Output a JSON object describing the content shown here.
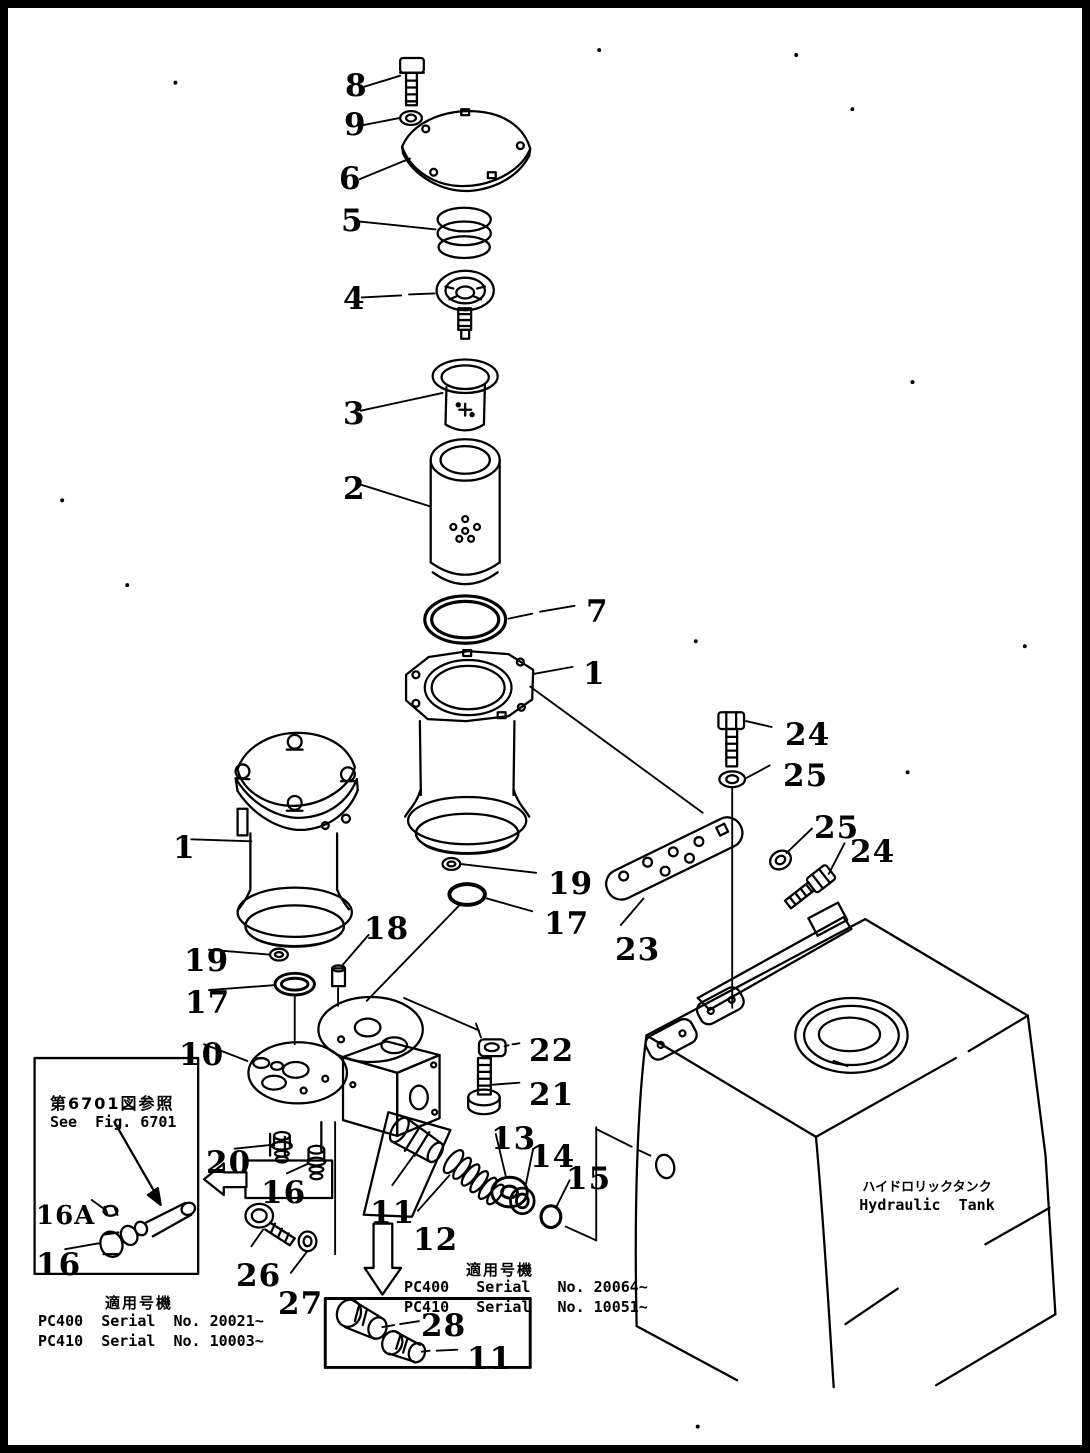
{
  "tank": {
    "label_jp": "ハイドロリックタンク",
    "label_en": "Hydraulic  Tank"
  },
  "ref_box": {
    "jp": "第6701図参照",
    "en": "See  Fig. 6701"
  },
  "serial_left": {
    "header": "適用号機",
    "line1": "PC400  Serial  No. 20021~",
    "line2": "PC410  Serial  No. 10003~"
  },
  "serial_mid": {
    "header": "適用号機",
    "line1": "PC400   Serial   No. 20064~",
    "line2": "PC410   Serial   No. 10051~"
  },
  "callouts": {
    "bolt8": "8",
    "washer9": "9",
    "cover6": "6",
    "spring5": "5",
    "valve4": "4",
    "sleeve3": "3",
    "element2": "2",
    "oring7": "7",
    "case1_right": "1",
    "case1_left": "1",
    "bolt24_top": "24",
    "washer25_top": "25",
    "washer25_side": "25",
    "bolt24_side": "24",
    "bracket23": "23",
    "ring19_right": "19",
    "oring17_right": "17",
    "ring19_left": "19",
    "oring17_left": "17",
    "pin18": "18",
    "manifold10": "10",
    "plug20": "20",
    "fitting16_box": "16",
    "fitting16a": "16A",
    "fitting16_left": "16",
    "bolt26": "26",
    "washer27": "27",
    "elbow11_box": "11",
    "nipple12": "12",
    "nut13": "13",
    "washer14": "14",
    "oring15": "15",
    "nut22": "22",
    "bolt21": "21",
    "elbow28": "28",
    "elbow11_bottom": "11"
  }
}
